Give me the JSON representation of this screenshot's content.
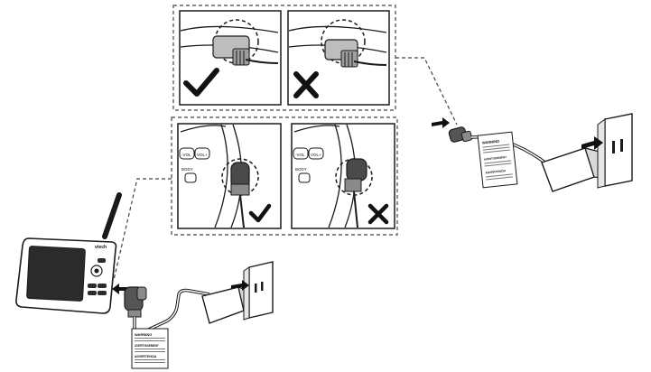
{
  "device": {
    "brand": "vtech"
  },
  "panels": {
    "top_left": {
      "mark": "check"
    },
    "top_right": {
      "mark": "cross"
    },
    "bottom_left": {
      "mark": "check",
      "button_labels": [
        "-VOL",
        "VOL+",
        "BODY"
      ]
    },
    "bottom_right": {
      "mark": "cross",
      "button_labels": [
        "-VOL",
        "VOL+",
        "BODY"
      ]
    }
  },
  "warning_tag": {
    "lines": [
      "WARNING",
      "AVERTISSEMENT",
      "ADVERTENCIA"
    ]
  },
  "colors": {
    "stroke": "#1a1a1a",
    "fill_light": "#f2f2f2",
    "fill_mid": "#bdbdbd",
    "fill_dark": "#2b2b2b",
    "dashed": "#444444"
  }
}
